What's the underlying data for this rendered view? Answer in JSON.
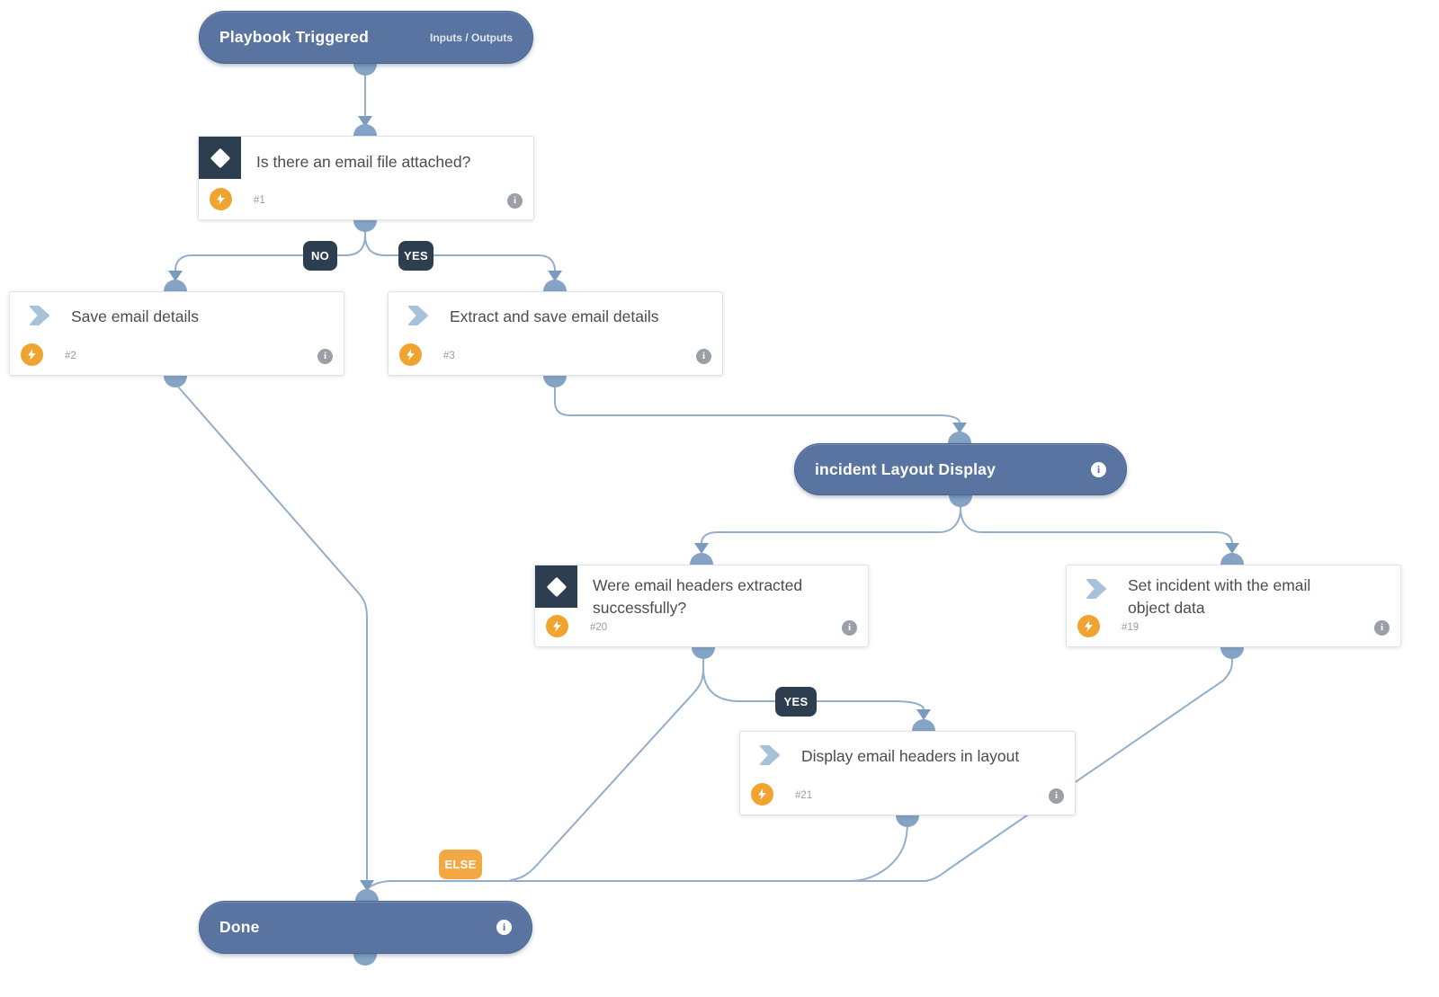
{
  "diagram": {
    "nodes": {
      "trigger": {
        "title": "Playbook Triggered",
        "link": "Inputs / Outputs"
      },
      "condition_1": {
        "title": "Is there an email file attached?",
        "id": "#1"
      },
      "task_2": {
        "title": "Save email details",
        "id": "#2"
      },
      "task_3": {
        "title": "Extract and save email details",
        "id": "#3"
      },
      "section_header": {
        "title": "incident Layout Display"
      },
      "condition_20": {
        "title": "Were email headers extracted successfully?",
        "id": "#20"
      },
      "task_19": {
        "title": "Set incident with the email object data",
        "id": "#19"
      },
      "task_21": {
        "title": "Display email headers in layout",
        "id": "#21"
      },
      "done": {
        "title": "Done"
      }
    },
    "badges": {
      "no": "NO",
      "yes": "YES",
      "yes_2": "YES",
      "else": "ELSE"
    },
    "icons": {
      "condition": "diamond-icon",
      "task": "chevron-icon",
      "automation": "lightning-bolt-icon",
      "info": "info-icon"
    },
    "colors": {
      "header_pill": "#5a74a1",
      "connector": "#92aecb",
      "connector_dot": "#84a3c5",
      "badge_navy": "#2d3e50",
      "badge_orange": "#f2a943",
      "automation_orange": "#f0a32e"
    }
  }
}
